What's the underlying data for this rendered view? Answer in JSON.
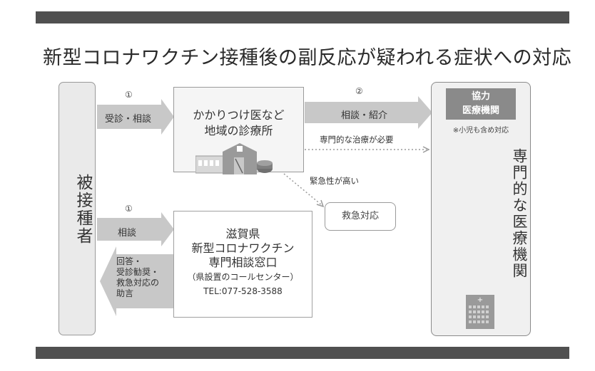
{
  "title": "新型コロナワクチン接種後の副反応が疑われる症状への対応",
  "recipient": "被接種者",
  "clinic": {
    "line1": "かかりつけ医など",
    "line2": "地域の診療所"
  },
  "consult_center": {
    "line1": "滋賀県",
    "line2": "新型コロナワクチン",
    "line3": "専門相談窓口",
    "line4": "（県設置のコールセンター）",
    "tel": "TEL:077-528-3588"
  },
  "hospital": {
    "coop_line1": "協力",
    "coop_line2": "医療機関",
    "note": "※小児も含め対応",
    "specialist": "専門的な医療機関"
  },
  "emergency": "救急対応",
  "arrows": {
    "visit": {
      "num": "①",
      "label": "受診・相談"
    },
    "consult": {
      "num": "①",
      "label": "相談"
    },
    "refer": {
      "num": "②",
      "label": "相談・紹介"
    },
    "specialist_needed": "専門的な治療が必要",
    "urgent": "緊急性が高い",
    "answer": [
      "回答・",
      "受診勧奨・",
      "救急対応の",
      "助言"
    ]
  },
  "colors": {
    "bar": "#505050",
    "arrow": "#c8c8c8",
    "coop_bg": "#8a8a8a"
  }
}
